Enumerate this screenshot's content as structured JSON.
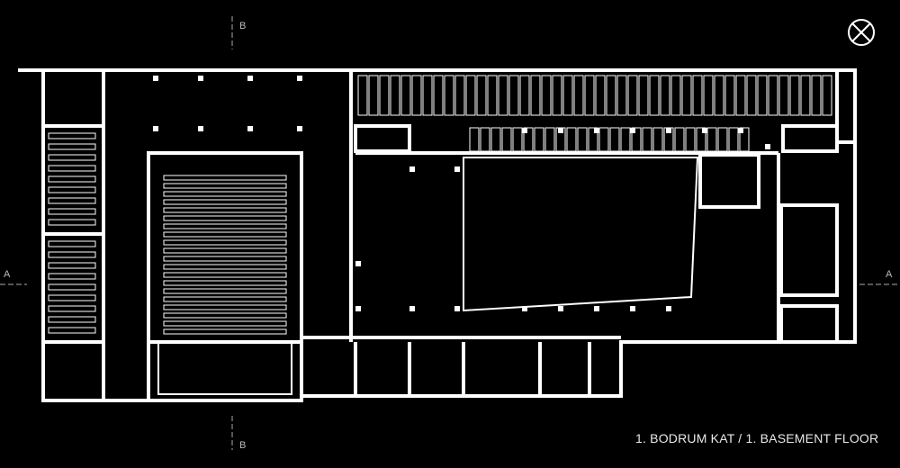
{
  "title": "1. BODRUM KAT / 1. BASEMENT FLOOR",
  "section_markers": {
    "top": "B",
    "bottom": "B",
    "left": "A",
    "right": "A"
  },
  "icons": {
    "north": "north-arrow-icon"
  },
  "colors": {
    "background": "#000000",
    "lines": "#ffffff",
    "text": "#e8e8e8"
  }
}
